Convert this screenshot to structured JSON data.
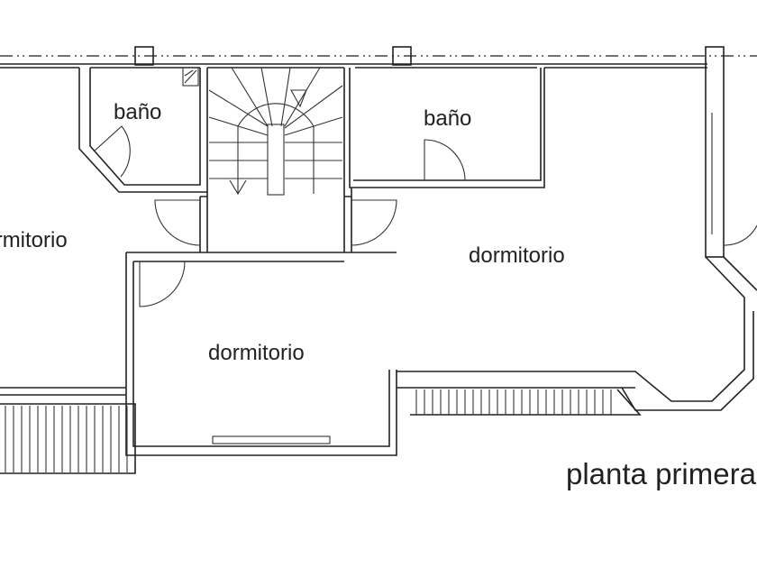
{
  "plan": {
    "title": "planta primera",
    "rooms": [
      {
        "id": "dormitorio-left",
        "label": "dormitorio"
      },
      {
        "id": "bano-left",
        "label": "baño"
      },
      {
        "id": "bano-right",
        "label": "baño"
      },
      {
        "id": "dormitorio-right",
        "label": "dormitorio"
      },
      {
        "id": "dormitorio-center",
        "label": "dormitorio"
      }
    ]
  },
  "colors": {
    "line": "#222222",
    "background": "#ffffff"
  }
}
